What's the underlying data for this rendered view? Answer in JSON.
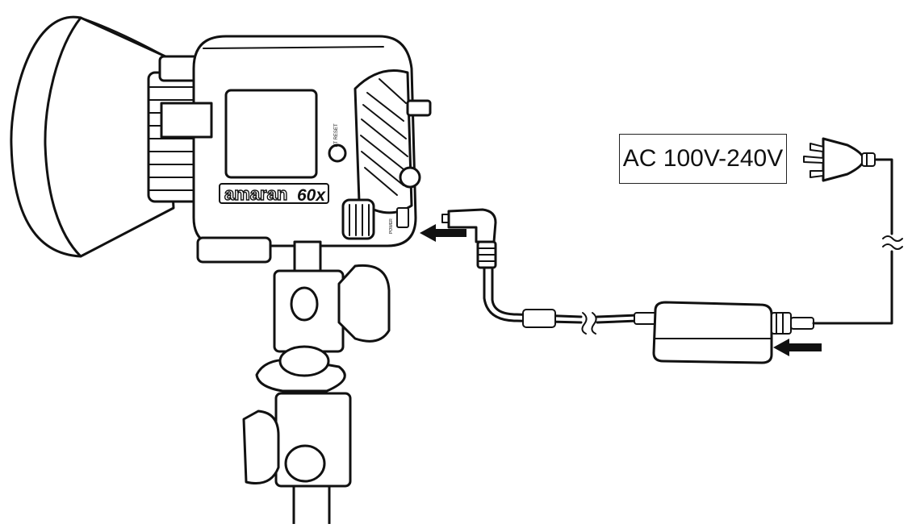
{
  "labels": {
    "voltage": "AC 100V-240V",
    "brand": "amaran",
    "model": "60x",
    "bt_reset": "BT RESET",
    "power_switch": "POWER"
  },
  "icons": [
    "light-fixture",
    "reflector-dish",
    "light-stand",
    "dc-plug-connector",
    "power-adapter",
    "ac-wall-plug",
    "insert-arrow-icon",
    "cable-break-icon"
  ],
  "colors": {
    "line": "#111111",
    "background": "#ffffff"
  }
}
